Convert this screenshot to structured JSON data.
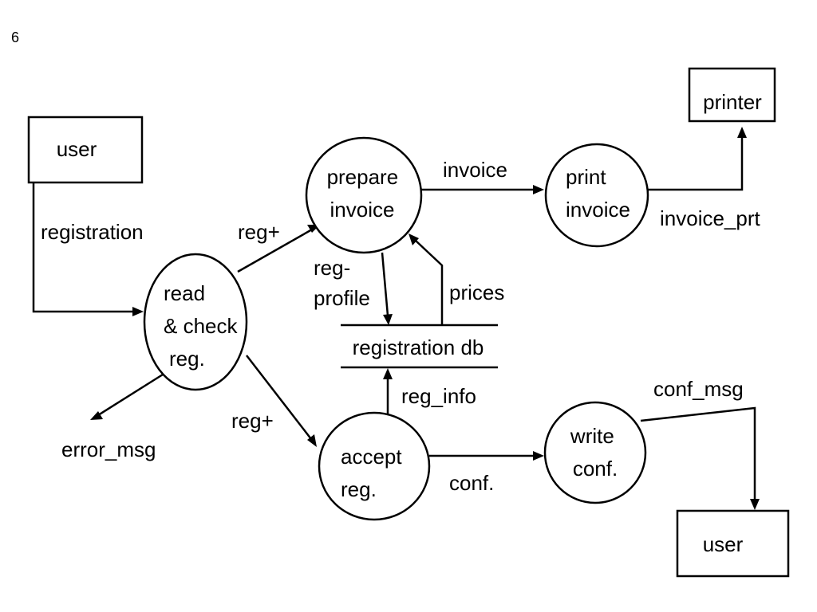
{
  "page_number": "6",
  "entities": {
    "user_source": "user",
    "printer": "printer",
    "user_sink": "user"
  },
  "processes": {
    "read_check": [
      "read",
      "& check",
      "reg."
    ],
    "prepare_invoice": [
      "prepare",
      "invoice"
    ],
    "print_invoice": [
      "print",
      "invoice"
    ],
    "accept_reg": [
      "accept",
      "reg."
    ],
    "write_conf": [
      "write",
      "conf."
    ]
  },
  "datastore": {
    "registration_db": "registration db"
  },
  "flows": {
    "registration": "registration",
    "reg_plus_upper": "reg+",
    "reg_plus_lower": "reg+",
    "error_msg": "error_msg",
    "invoice": "invoice",
    "invoice_prt": "invoice_prt",
    "reg_profile": [
      "reg-",
      "profile"
    ],
    "prices": "prices",
    "reg_info": "reg_info",
    "conf": "conf.",
    "conf_msg": "conf_msg"
  }
}
